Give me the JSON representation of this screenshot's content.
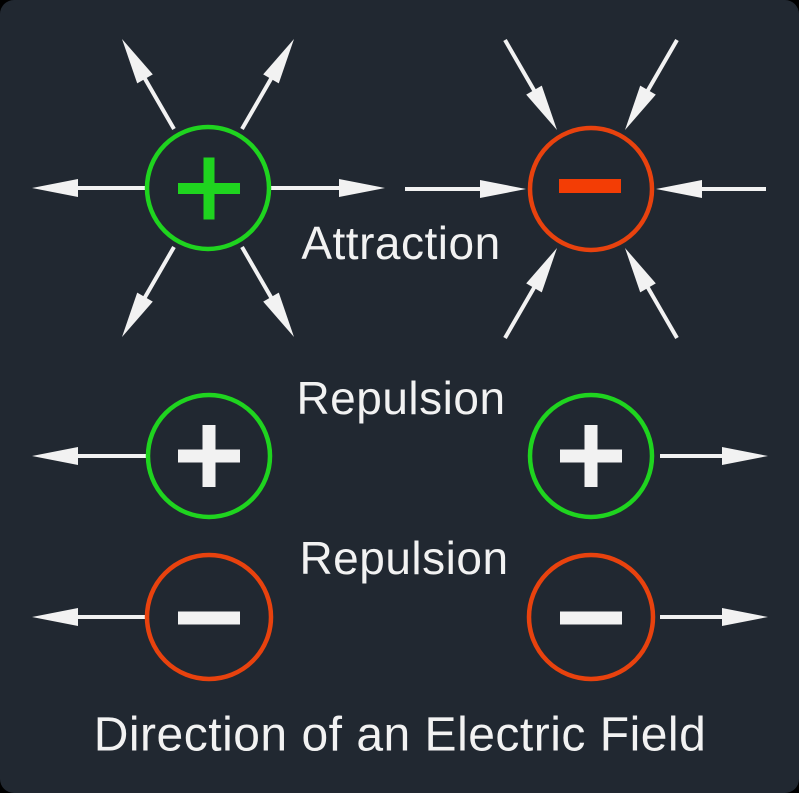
{
  "title": "Direction of an Electric Field",
  "labels": {
    "attraction": "Attraction",
    "repulsion_top": "Repulsion",
    "repulsion_bottom": "Repulsion"
  },
  "colors": {
    "background": "#212831",
    "positive": "#1fd41f",
    "negative": "#e8420e",
    "negative_sign": "#f33d05",
    "sign_white": "#f2f2f2",
    "arrow": "#f2f2f2",
    "text": "#f2f2f2"
  },
  "diagram": {
    "rows": [
      {
        "label": "Attraction",
        "left_charge": {
          "polarity": "positive",
          "sign": "+",
          "sign_color": "green",
          "field_arrows": "outward in six directions"
        },
        "right_charge": {
          "polarity": "negative",
          "sign": "−",
          "sign_color": "red",
          "field_arrows": "inward from six directions"
        }
      },
      {
        "label": "Repulsion",
        "left_charge": {
          "polarity": "positive",
          "sign": "+",
          "sign_color": "white",
          "field_arrows": "pointing left, away from other charge"
        },
        "right_charge": {
          "polarity": "positive",
          "sign": "+",
          "sign_color": "white",
          "field_arrows": "pointing right, away from other charge"
        }
      },
      {
        "label": "Repulsion",
        "left_charge": {
          "polarity": "negative",
          "sign": "−",
          "sign_color": "white",
          "field_arrows": "pointing left, away from other charge"
        },
        "right_charge": {
          "polarity": "negative",
          "sign": "−",
          "sign_color": "white",
          "field_arrows": "pointing right, away from other charge"
        }
      }
    ]
  }
}
